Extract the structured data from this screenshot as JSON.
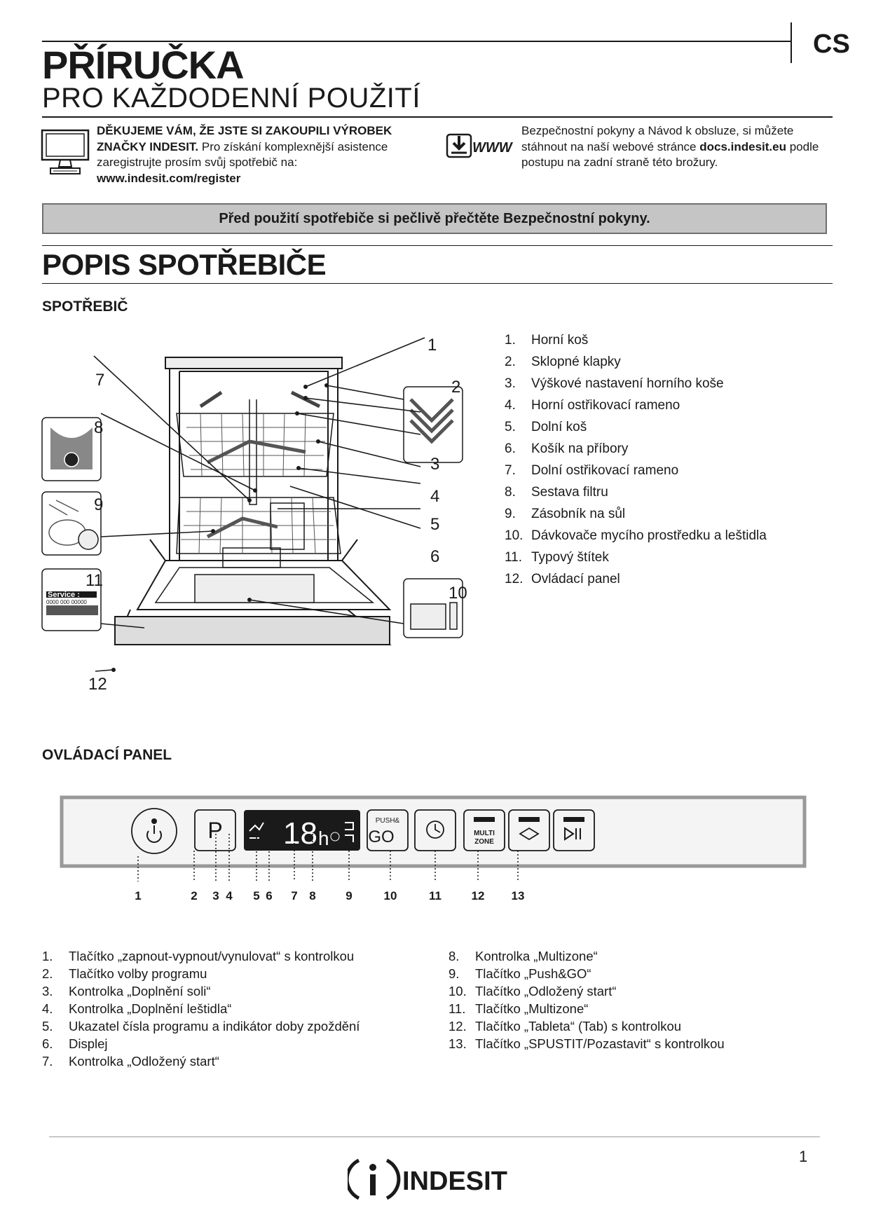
{
  "header": {
    "lang": "CS",
    "title": "PŘÍRUČKA",
    "subtitle": "PRO KAŽDODENNÍ POUŽITÍ"
  },
  "intro": {
    "thanks_bold": "DĚKUJEME VÁM, ŽE JSTE SI ZAKOUPILI VÝROBEK ZNAČKY INDESIT.",
    "thanks_text": " Pro získání komplexnější asistence zaregistrujte prosím svůj spotřebič na:",
    "register_url": "www.indesit.com/register",
    "download_text_1": "Bezpečnostní pokyny a Návod k obsluze, si můžete stáhnout na naší webové stránce ",
    "download_site": "docs.indesit.eu",
    "download_text_2": " podle postupu na zadní straně této brožury.",
    "www_label": "WWW"
  },
  "banner": "Před použití spotřebiče si pečlivě přečtěte Bezpečnostní pokyny.",
  "section_title": "POPIS SPOTŘEBIČE",
  "appliance": {
    "heading": "SPOTŘEBIČ",
    "callouts": [
      "1",
      "2",
      "3",
      "4",
      "5",
      "6",
      "7",
      "8",
      "9",
      "10",
      "11",
      "12"
    ],
    "service_label": "Service :",
    "service_number": "0000 000 00000",
    "items": [
      {
        "n": "1.",
        "text": "Horní koš"
      },
      {
        "n": "2.",
        "text": "Sklopné klapky"
      },
      {
        "n": "3.",
        "text": "Výškové nastavení horního koše"
      },
      {
        "n": "4.",
        "text": "Horní ostřikovací rameno"
      },
      {
        "n": "5.",
        "text": "Dolní koš"
      },
      {
        "n": "6.",
        "text": "Košík na příbory"
      },
      {
        "n": "7.",
        "text": "Dolní ostřikovací rameno"
      },
      {
        "n": "8.",
        "text": "Sestava filtru"
      },
      {
        "n": "9.",
        "text": "Zásobník na sůl"
      },
      {
        "n": "10.",
        "text": "Dávkovače mycího prostředku a leštidla"
      },
      {
        "n": "11.",
        "text": "Typový štítek"
      },
      {
        "n": "12.",
        "text": "Ovládací panel"
      }
    ]
  },
  "control_panel": {
    "heading": "OVLÁDACÍ PANEL",
    "program_button": "P",
    "display_digits": "18",
    "display_unit": "h",
    "push_go_top": "PUSH&",
    "push_go_main": "GO",
    "multizone_label_1": "MULTI",
    "multizone_label_2": "ZONE",
    "callouts": [
      "1",
      "2",
      "3",
      "4",
      "5",
      "6",
      "7",
      "8",
      "9",
      "10",
      "11",
      "12",
      "13"
    ],
    "items_left": [
      {
        "n": "1.",
        "text": "Tlačítko „zapnout-vypnout/vynulovat“ s kontrolkou"
      },
      {
        "n": "2.",
        "text": "Tlačítko volby programu"
      },
      {
        "n": "3.",
        "text": "Kontrolka „Doplnění soli“"
      },
      {
        "n": "4.",
        "text": "Kontrolka „Doplnění leštidla“"
      },
      {
        "n": "5.",
        "text": "Ukazatel čísla programu a indikátor doby zpoždění"
      },
      {
        "n": "6.",
        "text": "Displej"
      },
      {
        "n": "7.",
        "text": "Kontrolka „Odložený start“"
      }
    ],
    "items_right": [
      {
        "n": "8.",
        "text": "Kontrolka „Multizone“"
      },
      {
        "n": "9.",
        "text": "Tlačítko „Push&GO“"
      },
      {
        "n": "10.",
        "text": "Tlačítko „Odložený start“"
      },
      {
        "n": "11.",
        "text": "Tlačítko „Multizone“"
      },
      {
        "n": "12.",
        "text": "Tlačítko „Tableta“ (Tab) s kontrolkou"
      },
      {
        "n": "13.",
        "text": "Tlačítko „SPUSTIT/Pozastavit“ s kontrolkou"
      }
    ]
  },
  "footer": {
    "brand": "INDESIT",
    "page_number": "1"
  }
}
